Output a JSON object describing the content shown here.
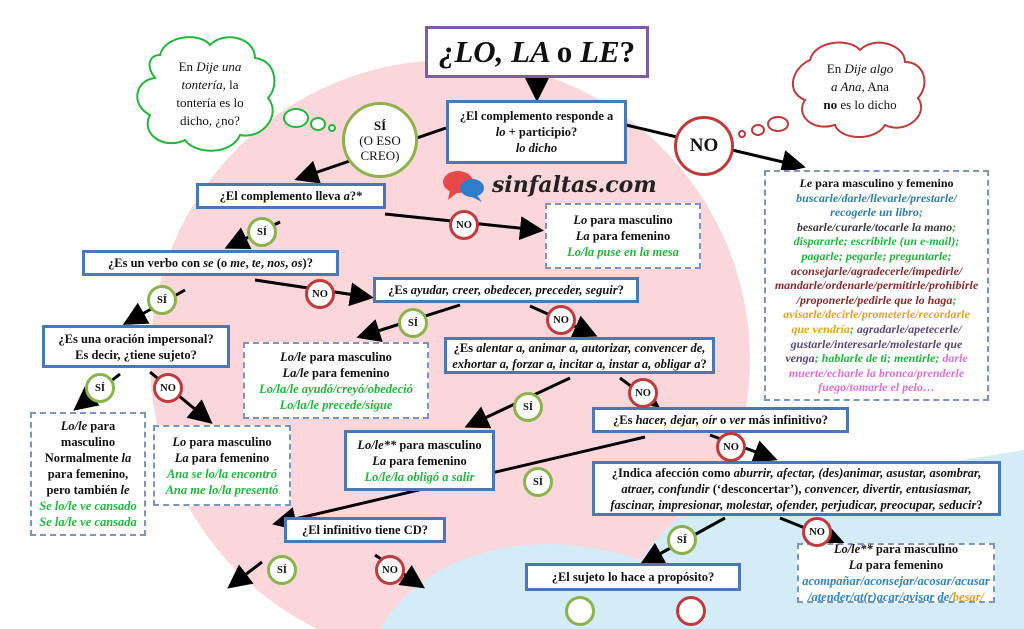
{
  "title": [
    [
      "¿",
      ""
    ],
    [
      "LO, LA ",
      ""
    ],
    [
      "o",
      "n"
    ],
    [
      " LE",
      ""
    ],
    [
      "?",
      "n"
    ]
  ],
  "cloud_left": [
    [
      [
        "En ",
        ""
      ],
      [
        "Dije una",
        "i"
      ]
    ],
    [
      [
        "tontería",
        "i"
      ],
      [
        ", la",
        ""
      ]
    ],
    [
      [
        "tontería es lo",
        ""
      ]
    ],
    [
      [
        "dicho, ¿no?",
        ""
      ]
    ]
  ],
  "cloud_right": [
    [
      [
        "En ",
        ""
      ],
      [
        "Dije algo",
        "i"
      ]
    ],
    [
      [
        "a Ana",
        "i"
      ],
      [
        ", Ana",
        ""
      ]
    ],
    [
      [
        "no",
        "n"
      ],
      [
        " es lo dicho",
        ""
      ]
    ]
  ],
  "si_big": {
    "line1": "SÍ",
    "line2": "(O ESO",
    "line3": "CREO)"
  },
  "no_big": "NO",
  "si": "SÍ",
  "no": "NO",
  "logo": "sinfaltas.com",
  "q1": [
    [
      [
        "¿El complemento responde a",
        ""
      ]
    ],
    [
      [
        "lo",
        "i"
      ],
      [
        " + participio?",
        ""
      ]
    ],
    [
      [
        "lo dicho",
        "i"
      ]
    ]
  ],
  "q2": [
    [
      [
        "¿El complemento lleva ",
        ""
      ],
      [
        "a",
        "i"
      ],
      [
        "?*",
        ""
      ]
    ]
  ],
  "q3": [
    [
      [
        "¿Es un verbo con ",
        ""
      ],
      [
        "se",
        "i"
      ],
      [
        " (o ",
        ""
      ],
      [
        "me",
        "i"
      ],
      [
        ", ",
        ""
      ],
      [
        "te",
        "i"
      ],
      [
        ", ",
        ""
      ],
      [
        "nos",
        "i"
      ],
      [
        ", ",
        ""
      ],
      [
        "os",
        "i"
      ],
      [
        ")?",
        ""
      ]
    ]
  ],
  "q4": [
    [
      [
        "¿Es ",
        ""
      ],
      [
        "ayudar, creer, obedecer, preceder, seguir",
        "i"
      ],
      [
        "?",
        ""
      ]
    ]
  ],
  "q5": [
    [
      [
        "¿Es una oración impersonal?",
        ""
      ]
    ],
    [
      [
        "Es decir, ¿tiene sujeto?",
        ""
      ]
    ]
  ],
  "q6": [
    [
      [
        "¿Es ",
        ""
      ],
      [
        "alentar a, animar a, autorizar, convencer de,",
        "i"
      ]
    ],
    [
      [
        "exhortar a, forzar a, incitar a, instar a, obligar a",
        "i"
      ],
      [
        "?",
        ""
      ]
    ]
  ],
  "q7": [
    [
      [
        "¿Es ",
        ""
      ],
      [
        "hacer, dejar, oír",
        "i"
      ],
      [
        " o ",
        ""
      ],
      [
        "ver",
        "i"
      ],
      [
        " más infinitivo?",
        ""
      ]
    ]
  ],
  "q8": [
    [
      [
        "¿Indica afección como ",
        ""
      ],
      [
        "aburrir, afectar, (des)animar, asustar, asombrar,",
        "i"
      ]
    ],
    [
      [
        "atraer, confundir",
        "i"
      ],
      [
        " (‘desconcertar’), ",
        ""
      ],
      [
        "convencer, divertir, entusiasmar,",
        "i"
      ]
    ],
    [
      [
        "fascinar, impresionar, molestar, ofender, perjudicar, preocupar, seducir",
        "i"
      ],
      [
        "?",
        ""
      ]
    ]
  ],
  "q9": [
    [
      [
        "¿El infinitivo tiene CD?",
        ""
      ]
    ]
  ],
  "q10": [
    [
      [
        "¿El sujeto lo hace a propósito?",
        ""
      ]
    ]
  ],
  "a_lo_la": [
    [
      [
        "Lo",
        "i"
      ],
      [
        " para masculino",
        ""
      ]
    ],
    [
      [
        "La",
        "i"
      ],
      [
        " para femenino",
        ""
      ]
    ],
    [
      [
        "Lo/la puse en la mesa",
        "i g"
      ]
    ]
  ],
  "a_le": [
    [
      [
        "Le",
        "i"
      ],
      [
        " para masculino y femenino",
        ""
      ]
    ],
    [
      [
        "buscarle/darle/llevarle/prestarle/",
        "i t"
      ]
    ],
    [
      [
        "recogerle un libro",
        "i t"
      ],
      [
        ";",
        "i g"
      ]
    ],
    [
      [
        "besarle/curarle/tocarle la mano",
        "i d"
      ],
      [
        ";",
        "i g"
      ]
    ],
    [
      [
        "dispararle; escribirle (un e-mail);",
        "i g"
      ]
    ],
    [
      [
        "pagarle; pegarle; preguntarle;",
        "i g"
      ]
    ],
    [
      [
        "aconsejarle/agradecerle/impedirle/",
        "i r"
      ]
    ],
    [
      [
        "mandarle/ordenarle/permitirle/prohibirle",
        "i r"
      ]
    ],
    [
      [
        "/proponerle/pedirle que lo haga",
        "i r"
      ],
      [
        ";",
        "i g"
      ]
    ],
    [
      [
        "avisarle/decirle/prometerle/recordarle",
        "i y"
      ]
    ],
    [
      [
        "que vendría",
        "i y"
      ],
      [
        ";",
        "i g"
      ],
      [
        " agradarle/apetecerle/",
        "i p"
      ]
    ],
    [
      [
        "gustarle/interesarle/molestarle que",
        "i p"
      ]
    ],
    [
      [
        "venga",
        "i p"
      ],
      [
        "; hablarle de ti; mentirle;",
        "i g"
      ],
      [
        " darle",
        "i m"
      ]
    ],
    [
      [
        "muerte/echarle la bronca/prenderle",
        "i m"
      ]
    ],
    [
      [
        "fuego/tomarle el pelo…",
        "i m"
      ]
    ]
  ],
  "a_ayudar": [
    [
      [
        "Lo/le",
        "i"
      ],
      [
        " para masculino",
        ""
      ]
    ],
    [
      [
        "La/le",
        "i"
      ],
      [
        " para femenino",
        ""
      ]
    ],
    [
      [
        "Lo/la/le ayudó/creyó/obedeció",
        "i g"
      ]
    ],
    [
      [
        "Lo/la/le precede/sigue",
        "i g"
      ]
    ]
  ],
  "a_impers_si": [
    [
      [
        "Lo/le",
        "i"
      ],
      [
        " para",
        ""
      ]
    ],
    [
      [
        "masculino",
        ""
      ]
    ],
    [
      [
        "Normalmente ",
        ""
      ],
      [
        "la",
        "i"
      ]
    ],
    [
      [
        "para femenino,",
        ""
      ]
    ],
    [
      [
        "pero también ",
        ""
      ],
      [
        "le",
        "i"
      ]
    ],
    [
      [
        "Se lo/le ve cansado",
        "i g"
      ]
    ],
    [
      [
        "Se la/le ve cansada",
        "i g"
      ]
    ]
  ],
  "a_impers_no": [
    [
      [
        "Lo",
        "i"
      ],
      [
        " para masculino",
        ""
      ]
    ],
    [
      [
        "La",
        "i"
      ],
      [
        " para femenino",
        ""
      ]
    ],
    [
      [
        "Ana se lo/la encontró",
        "i g"
      ]
    ],
    [
      [
        "Ana me lo/la presentó",
        "i g"
      ]
    ]
  ],
  "a_obligar": [
    [
      [
        "Lo/le**",
        "i"
      ],
      [
        " para masculino",
        ""
      ]
    ],
    [
      [
        "La",
        "i"
      ],
      [
        " para femenino",
        ""
      ]
    ],
    [
      [
        "Lo/le/la obligó a salir",
        "i g"
      ]
    ]
  ],
  "a_afeccion": [
    [
      [
        "Lo/le**",
        "i"
      ],
      [
        " para masculino",
        ""
      ]
    ],
    [
      [
        "La",
        "i"
      ],
      [
        " para femenino",
        ""
      ]
    ],
    [
      [
        "acompañar/aconsejar/acosar/acusar",
        "i b"
      ]
    ],
    [
      [
        "/atender/at(r)acar/avisar de",
        "i b"
      ],
      [
        "/",
        "i g"
      ],
      [
        "besar/",
        "i y"
      ]
    ]
  ]
}
